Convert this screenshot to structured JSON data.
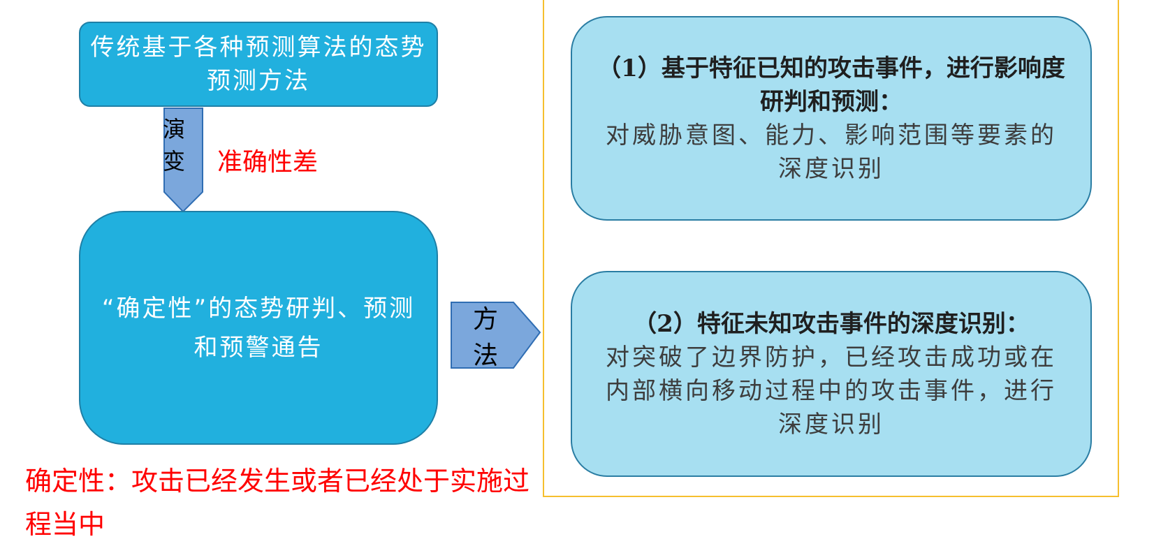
{
  "left": {
    "top_box": "传统基于各种预测算法的态势预测方法",
    "evolution_arrow": "演变",
    "accuracy_note": "准确性差",
    "main_box": "“确定性”的态势研判、预测和预警通告",
    "definition_note": "确定性：攻击已经发生或者已经处于实施过程当中"
  },
  "connector": {
    "method_arrow": "方法"
  },
  "right": {
    "item1": {
      "title": "（1）基于特征已知的攻击事件，进行影响度研判和预测：",
      "body": "对威胁意图、能力、影响范围等要素的深度识别"
    },
    "item2": {
      "title": "（2）特征未知攻击事件的深度识别：",
      "body": "对突破了边界防护，已经攻击成功或在内部横向移动过程中的攻击事件，进行深度识别"
    }
  },
  "colors": {
    "box_fill": "#21b0de",
    "box_border": "#1e7fa6",
    "arrow_fill": "#7ba7dc",
    "right_box_fill": "#a7dff1",
    "frame": "#f6bf2e",
    "note_red": "#ff0000"
  }
}
